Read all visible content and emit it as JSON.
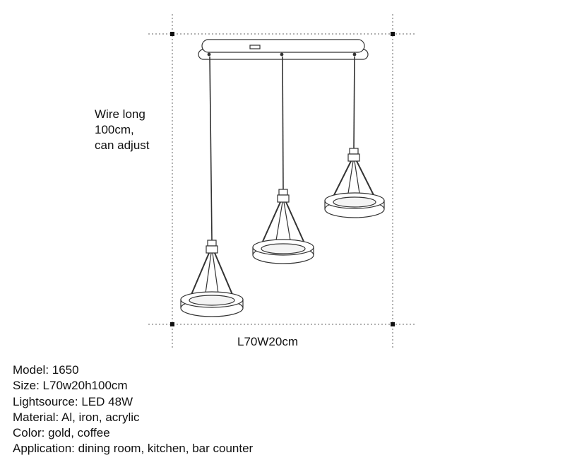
{
  "annotation": {
    "wire_lines": [
      "Wire long",
      "100cm,",
      "can adjust"
    ],
    "dimension": "L70W20cm"
  },
  "specs": [
    {
      "label": "Model",
      "value": "1650"
    },
    {
      "label": "Size",
      "value": "L70w20h100cm"
    },
    {
      "label": "Lightsource",
      "value": "LED 48W"
    },
    {
      "label": "Material",
      "value": "Al, iron, acrylic"
    },
    {
      "label": "Color",
      "value": "gold, coffee"
    },
    {
      "label": "Application",
      "value": "dining room, kitchen, bar counter"
    }
  ],
  "colors": {
    "line": "#333333",
    "guide": "#666666",
    "text": "#111111"
  }
}
